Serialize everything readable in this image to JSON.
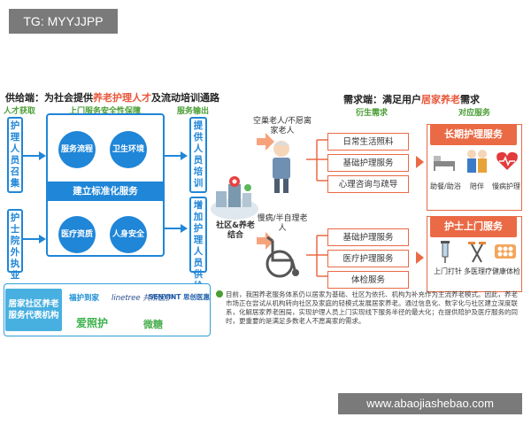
{
  "tag": "TG: MYYJJPP",
  "watermark": "www.abaojiashebao.com",
  "supply": {
    "title_prefix": "供给端：为社会提供",
    "title_highlight": "养老护理人才",
    "title_mid": "及",
    "title_suffix": "流动培训通路",
    "col_talent": "人才获取",
    "col_service": "上门服务安全性保障",
    "col_output": "服务输出",
    "left_box_1": "护理人员召集",
    "left_box_2": "护士院外执业",
    "circles": [
      "服务流程",
      "卫生环境",
      "医疗资质",
      "人身安全"
    ],
    "band": "建立标准化服务",
    "out_box_1": "提供人员培训",
    "out_box_2": "增加护理人员供给",
    "hub_label": "社区&养老结合"
  },
  "demand": {
    "title_prefix": "需求端：满足用户",
    "title_highlight": "居家养老",
    "title_suffix": "需求",
    "col_derived": "衍生需求",
    "col_service": "对应服务",
    "elder_1": "空巢老人/不愿离家老人",
    "elder_2": "慢病/半自理老人",
    "needs_top": [
      "日常生活照料",
      "基础护理服务",
      "心理咨询与疏导"
    ],
    "needs_bottom": [
      "基础护理服务",
      "医疗护理服务",
      "体检服务"
    ],
    "service_1": {
      "title": "长期护理服务",
      "items": [
        "助餐/助浴",
        "陪伴",
        "慢病护理"
      ]
    },
    "service_2": {
      "title": "护士上门服务",
      "items": [
        "上门打针",
        "多医理疗",
        "健康体检"
      ]
    }
  },
  "orgs": {
    "label": "居家社区养老服务代表机构",
    "logos": [
      "福护到家",
      "linetree 共桥医护",
      "SENYINT 思创医惠",
      "爱照护",
      "微糖"
    ]
  },
  "note": {
    "text": "目前，我国养老服务体系仍以居家为基础、社区为依托、机构为补充作为主流养老模式。因此，养老市场正在尝试从机构转向社区及家庭的轻模式发展居家养老。通过信息化、数字化与社区建立深度联系，化解居家养老困局，实现护理人员上门实现线下服务半径的最大化；在提供陪护及医疗服务的同时，更重要的是满足多数老人不愿离家的需求。"
  },
  "colors": {
    "blue": "#1f86d8",
    "orange": "#ea6a45",
    "green": "#4a9e34"
  }
}
